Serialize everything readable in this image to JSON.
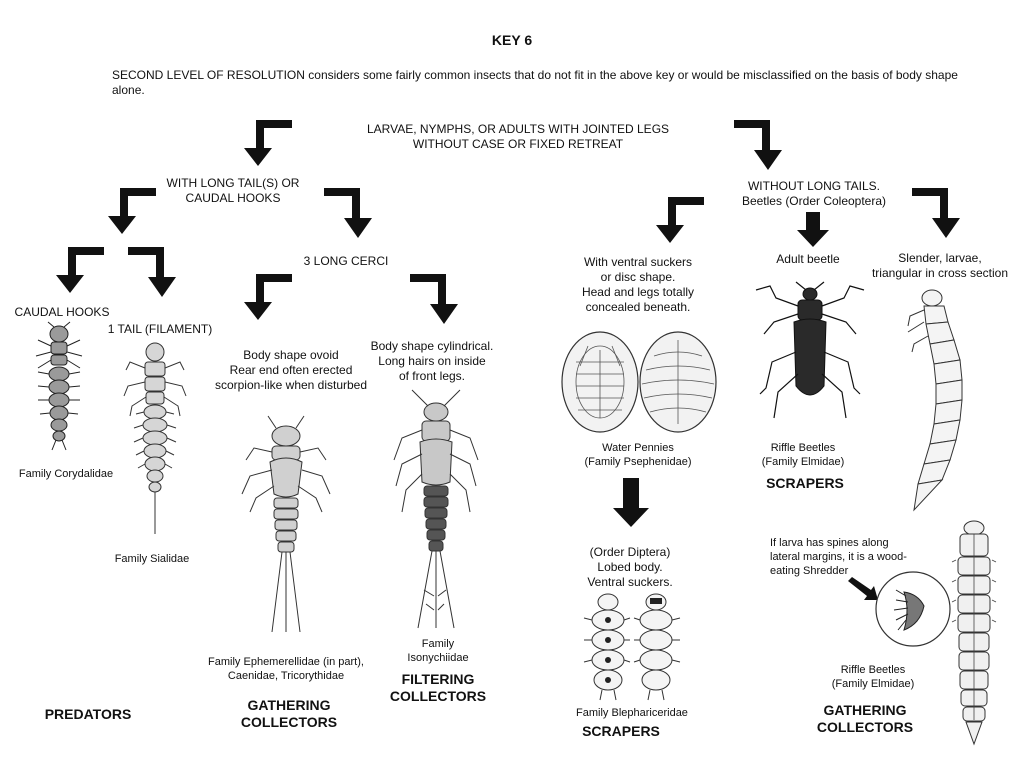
{
  "title": "KEY 6",
  "intro": "SECOND LEVEL OF RESOLUTION considers some fairly common insects that do not fit in the above key or would be misclassified on the basis of body shape alone.",
  "nodes": {
    "root": [
      "LARVAE, NYMPHS, OR ADULTS WITH JOINTED LEGS",
      "WITHOUT CASE OR FIXED RETREAT"
    ],
    "long_tails": [
      "WITH LONG TAIL(S) OR",
      "CAUDAL HOOKS"
    ],
    "without_tails": [
      "WITHOUT LONG TAILS.",
      "Beetles (Order Coleoptera)"
    ],
    "caudal_hooks": "CAUDAL HOOKS",
    "one_tail": "1 TAIL (FILAMENT)",
    "three_cerci": "3 LONG CERCI",
    "ovoid": [
      "Body shape ovoid",
      "Rear end often erected",
      "scorpion-like when disturbed"
    ],
    "cylindrical": [
      "Body shape cylindrical.",
      "Long hairs on inside",
      "of front legs."
    ],
    "ventral_suckers": [
      "With ventral suckers",
      "or disc shape.",
      "Head and legs totally",
      "concealed beneath."
    ],
    "adult_beetle": "Adult beetle",
    "slender_larvae": [
      "Slender, larvae,",
      "triangular in cross section"
    ],
    "diptera": [
      "(Order Diptera)",
      "Lobed body.",
      "Ventral suckers."
    ],
    "shredder_note": [
      "If larva has spines along",
      "lateral margins, it is a wood-",
      "eating Shredder"
    ]
  },
  "families": {
    "corydalidae": "Family Corydalidae",
    "sialidae": "Family Sialidae",
    "ephemerellidae": [
      "Family Ephemerellidae (in part),",
      "Caenidae, Tricorythidae"
    ],
    "isonychiidae": [
      "Family",
      "Isonychiidae"
    ],
    "psephenidae": [
      "Water Pennies",
      "(Family Psephenidae)"
    ],
    "elmidae_adult": [
      "Riffle Beetles",
      "(Family Elmidae)"
    ],
    "blephariceridae": "Family Blephariceridae",
    "elmidae_larva": [
      "Riffle Beetles",
      "(Family Elmidae)"
    ]
  },
  "groups": {
    "predators": "PREDATORS",
    "gathering_1": [
      "GATHERING",
      "COLLECTORS"
    ],
    "filtering": [
      "FILTERING",
      "COLLECTORS"
    ],
    "scrapers_1": "SCRAPERS",
    "scrapers_2": "SCRAPERS",
    "gathering_2": [
      "GATHERING",
      "COLLECTORS"
    ]
  },
  "icons": {
    "arrow_left": "bent-arrow-down-left-icon",
    "arrow_right": "bent-arrow-down-right-icon",
    "arrow_down": "arrow-down-icon",
    "arrow_diag": "arrow-diagonal-icon"
  },
  "colors": {
    "ink": "#111111",
    "bug_fill": "#bdbdbd",
    "bug_light": "#e8e8e8"
  }
}
